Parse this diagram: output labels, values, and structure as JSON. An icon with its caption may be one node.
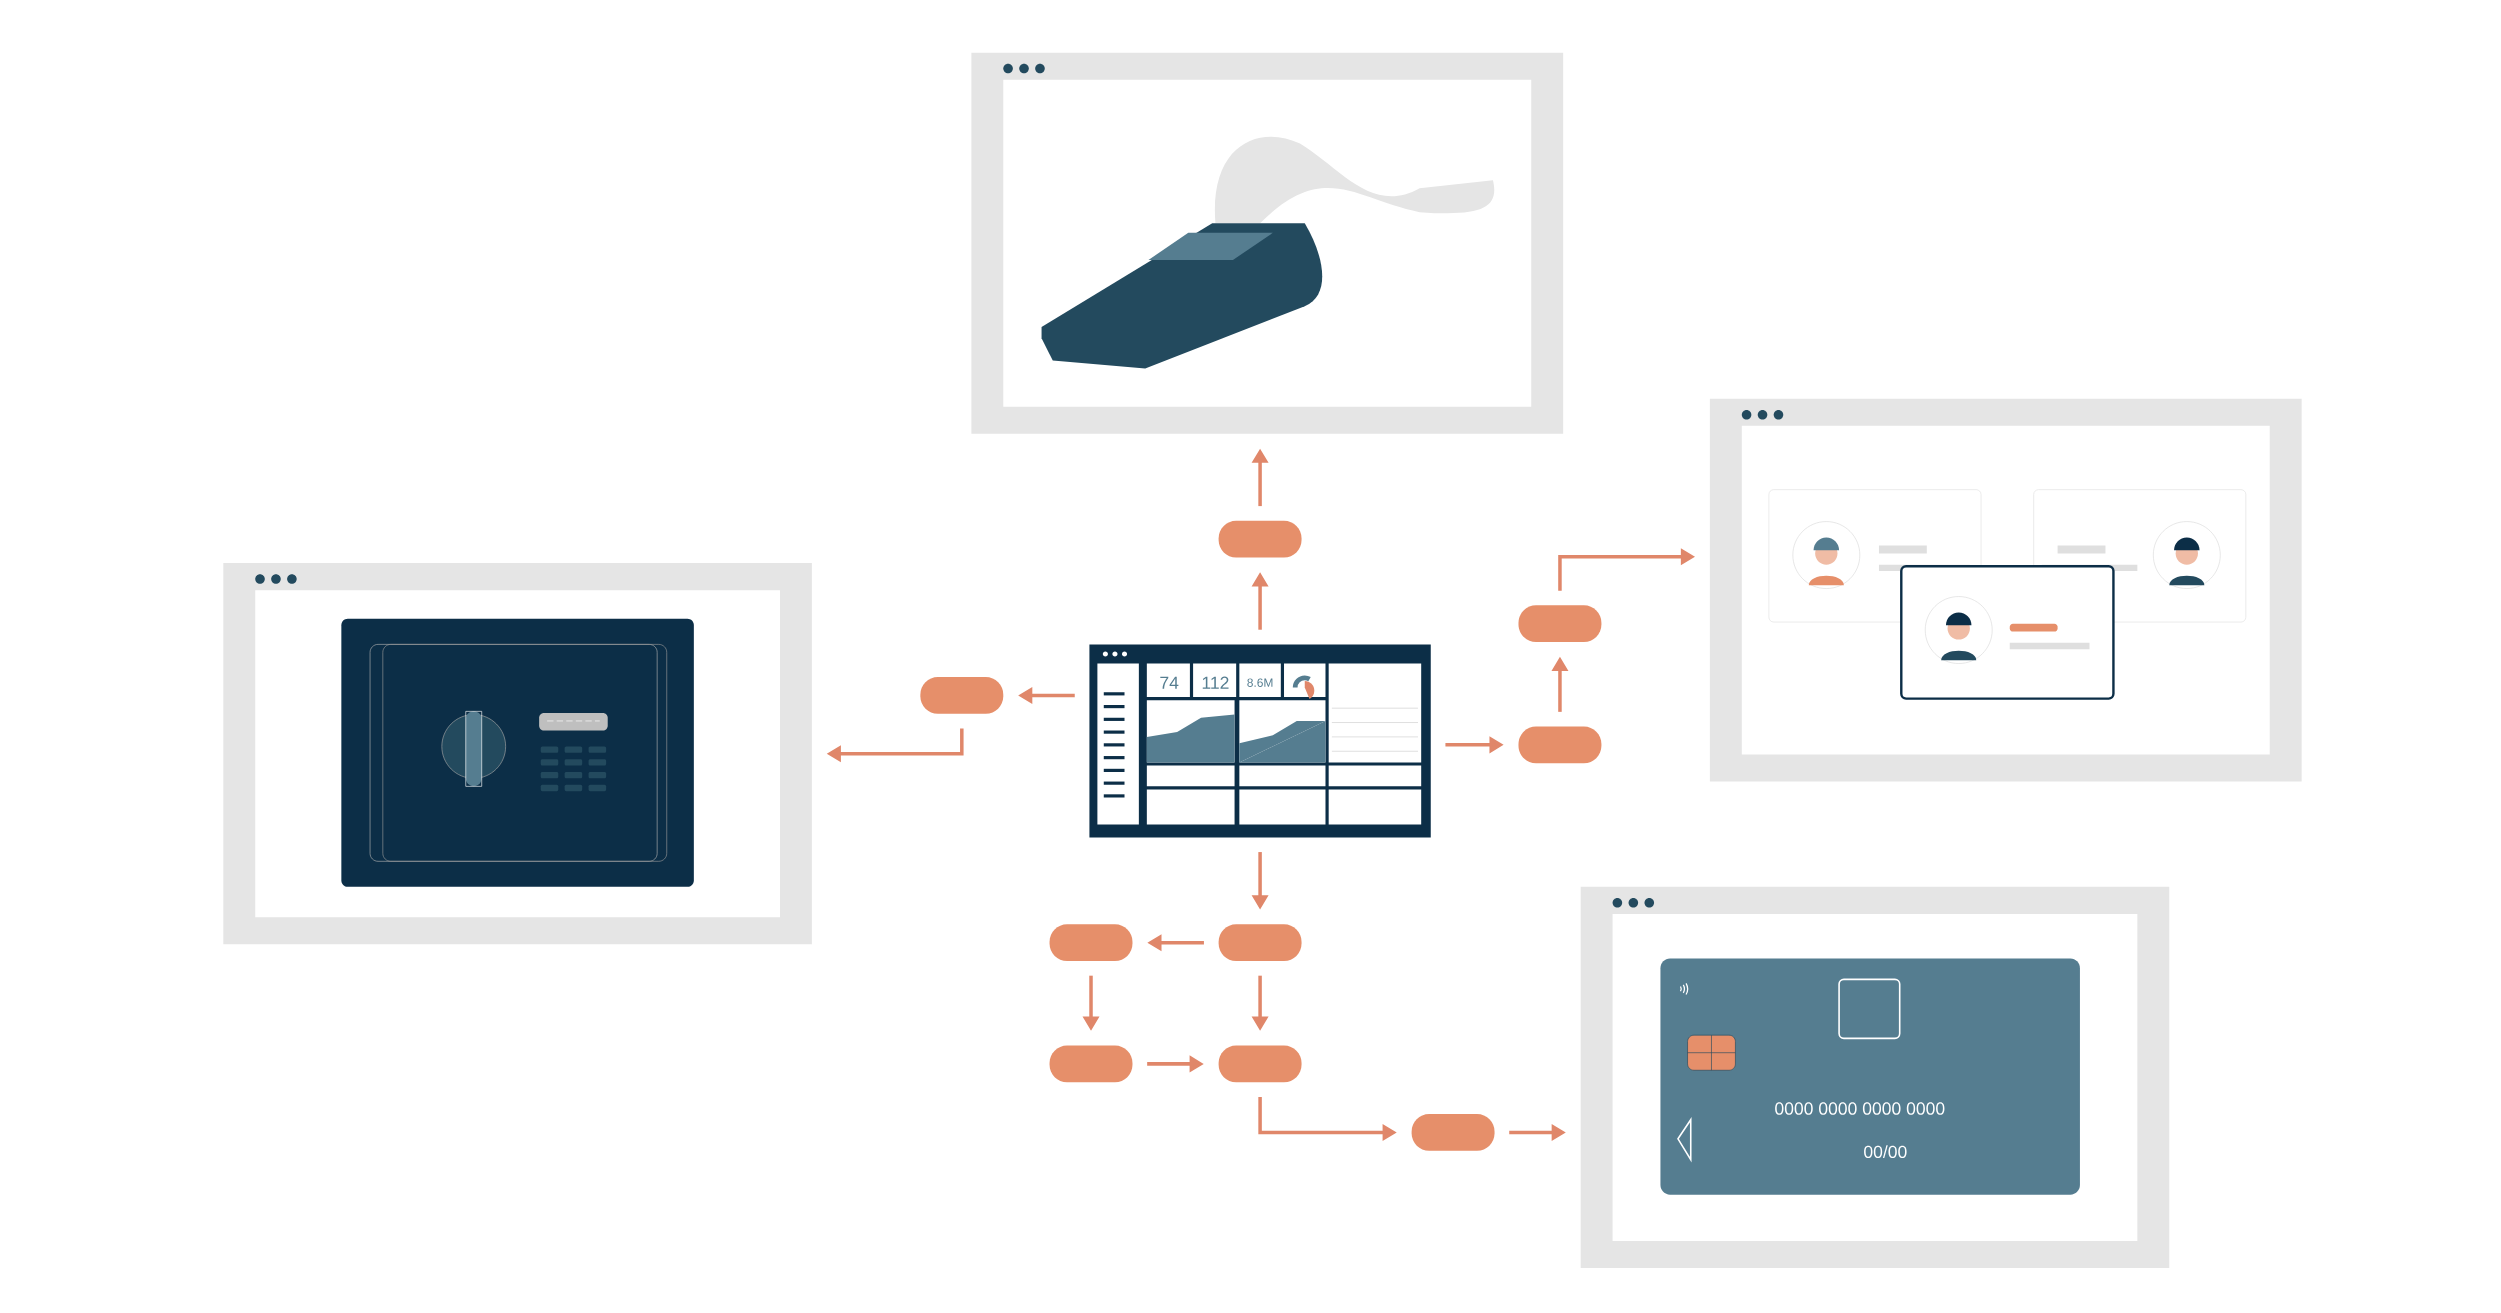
{
  "diagram": {
    "nodes": [
      {
        "text": [],
        "shape": "picture"
      },
      {
        "text": [],
        "shape": "box"
      },
      {
        "text": [],
        "shape": "picture"
      },
      {
        "text": [],
        "shape": "box"
      },
      {
        "text": [],
        "shape": "picture"
      },
      {
        "text": [],
        "shape": "box"
      },
      {
        "text": [
          "74",
          "112",
          "8.6M"
        ]
      },
      {
        "text": [],
        "shape": "box"
      },
      {
        "text": [],
        "shape": "box"
      },
      {
        "text": [],
        "shape": "box"
      },
      {
        "text": [],
        "shape": "picture"
      },
      {
        "text": [
          "0000 0000 0000 0000",
          "00/00"
        ],
        "in": 10
      },
      {
        "text": [],
        "shape": "box"
      },
      {
        "text": [],
        "shape": "box"
      },
      {
        "text": [],
        "shape": "box"
      }
    ],
    "edges": [
      {
        "from": 6,
        "to": 1,
        "arrow": "to"
      },
      {
        "from": 1,
        "to": 0,
        "arrow": "to"
      },
      {
        "from": 6,
        "to": 5,
        "arrow": "to"
      },
      {
        "from": 5,
        "to": 4,
        "arrow": "to"
      },
      {
        "from": 6,
        "to": 7,
        "arrow": "to"
      },
      {
        "from": 7,
        "to": 3,
        "arrow": "to"
      },
      {
        "from": 3,
        "to": 2,
        "arrow": "to"
      },
      {
        "from": 6,
        "to": 8,
        "arrow": "to"
      },
      {
        "from": 8,
        "to": 9,
        "arrow": "to"
      },
      {
        "from": 8,
        "to": 13,
        "arrow": "to"
      },
      {
        "from": 9,
        "to": 12,
        "arrow": "to"
      },
      {
        "from": 12,
        "to": 13,
        "arrow": "to"
      },
      {
        "from": 13,
        "to": 14,
        "arrow": "to"
      },
      {
        "from": 14,
        "to": 10,
        "arrow": "to"
      }
    ]
  }
}
